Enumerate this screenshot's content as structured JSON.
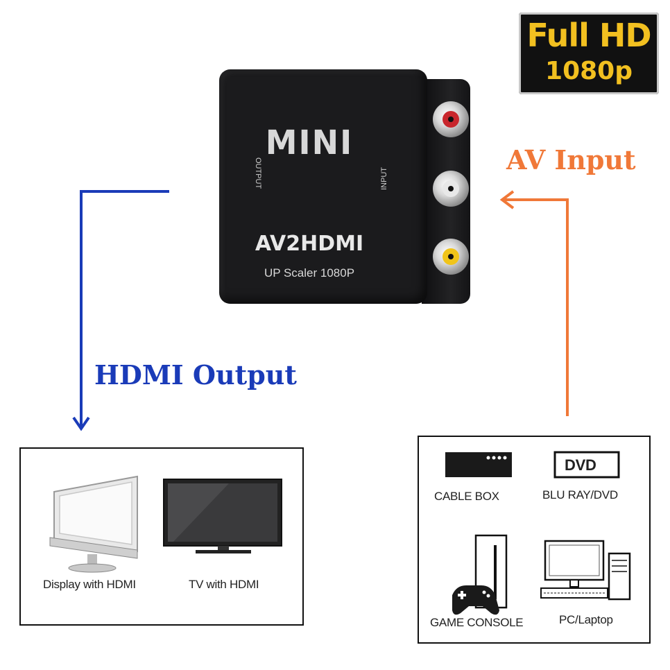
{
  "badge": {
    "line1": "Full HD",
    "line2": "1080p"
  },
  "device": {
    "brand": "MINI",
    "model": "AV2HDMI",
    "subtitle": "UP Scaler 1080P",
    "output_label": "OUTPUT",
    "input_label": "INPUT",
    "connector_colors": [
      "#c8262c",
      "#e8e8e8",
      "#f0c419"
    ]
  },
  "labels": {
    "av_input": "AV Input",
    "hdmi_output": "HDMI Output"
  },
  "colors": {
    "av_arrow": "#f07838",
    "hdmi_arrow": "#1a3bb8",
    "badge_text": "#f2c020"
  },
  "output_devices": [
    {
      "label": "Display with HDMI",
      "icon": "monitor-icon"
    },
    {
      "label": "TV with HDMI",
      "icon": "tv-icon"
    }
  ],
  "input_devices": [
    {
      "label": "CABLE BOX",
      "icon": "cable-box-icon"
    },
    {
      "label": "BLU RAY/DVD",
      "icon": "dvd-player-icon",
      "icon_text": "DVD"
    },
    {
      "label": "GAME CONSOLE",
      "icon": "game-console-icon"
    },
    {
      "label": "PC/Laptop",
      "icon": "pc-icon"
    }
  ]
}
